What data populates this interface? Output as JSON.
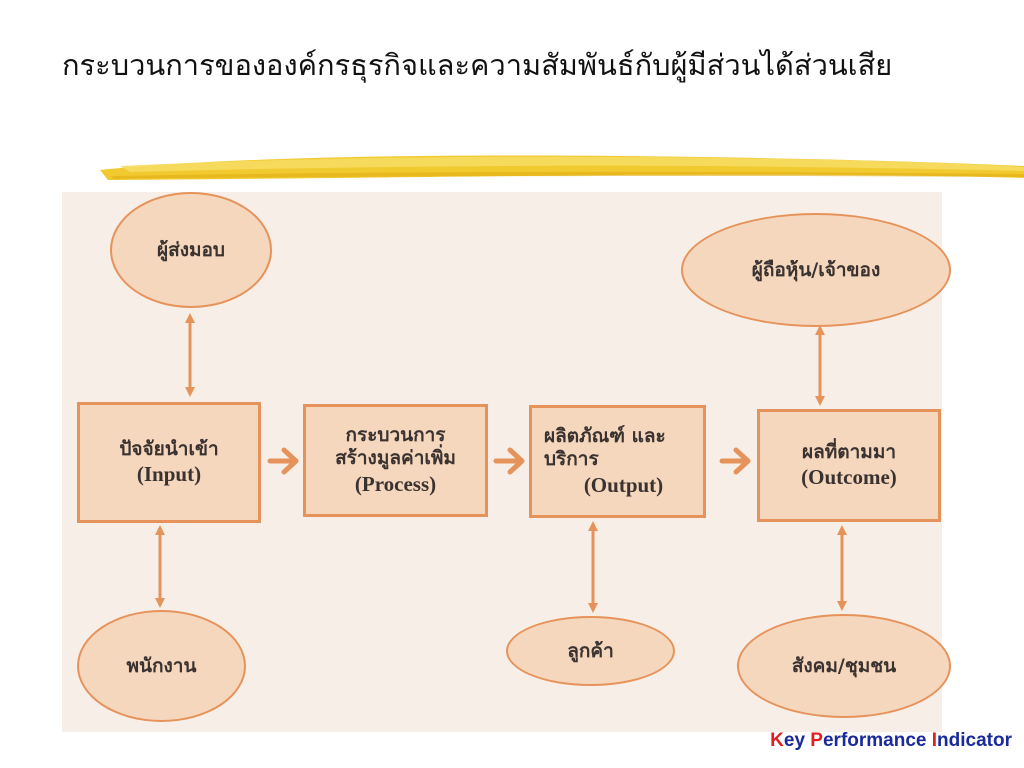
{
  "title": "กระบวนการขององค์กรธุรกิจและความสัมพันธ์กับผู้มีส่วนได้ส่วนเสีย",
  "stakeholders": {
    "supplier": "ผู้ส่งมอบ",
    "shareholder": "ผู้ถือหุ้น/เจ้าของ",
    "employee": "พนักงาน",
    "customer": "ลูกค้า",
    "society": "สังคม/ชุมชน"
  },
  "stages": {
    "input": {
      "thai": "ปัจจัยนำเข้า",
      "english": "(Input)"
    },
    "process": {
      "thai_line1": "กระบวนการ",
      "thai_line2": "สร้างมูลค่าเพิ่ม",
      "english": "(Process)"
    },
    "output": {
      "thai_line1": "ผลิตภัณฑ์ และ",
      "thai_line2": "บริการ",
      "english": "(Output)"
    },
    "outcome": {
      "thai": "ผลที่ตามมา",
      "english": "(Outcome)"
    }
  },
  "footer": {
    "k": "K",
    "ey": "ey ",
    "p": "P",
    "erformance": "erformance ",
    "i": "I",
    "ndicator": "ndicator"
  },
  "colors": {
    "arrow": "#e6935b",
    "shape_fill": "#f5d7bd",
    "figure_bg": "#f7efe7",
    "footer_text": "#1a2a9c",
    "footer_initials": "#e02020"
  }
}
